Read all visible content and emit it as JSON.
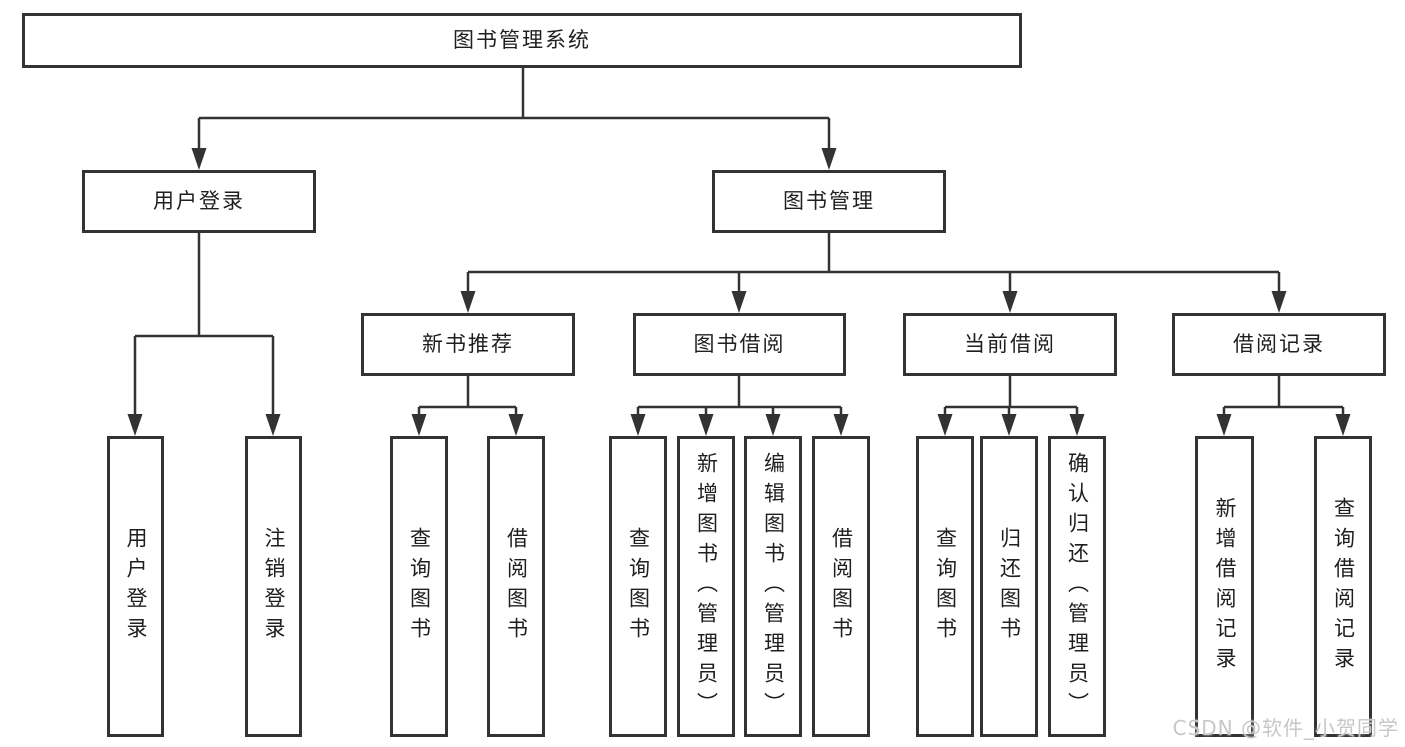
{
  "tree": {
    "label": "图书管理系统",
    "children": [
      {
        "label": "用户登录",
        "children": [
          {
            "label": "用户登录"
          },
          {
            "label": "注销登录"
          }
        ]
      },
      {
        "label": "图书管理",
        "children": [
          {
            "label": "新书推荐",
            "children": [
              {
                "label": "查询图书"
              },
              {
                "label": "借阅图书"
              }
            ]
          },
          {
            "label": "图书借阅",
            "children": [
              {
                "label": "查询图书"
              },
              {
                "label": "新增图书（管理员）"
              },
              {
                "label": "编辑图书（管理员）"
              },
              {
                "label": "借阅图书"
              }
            ]
          },
          {
            "label": "当前借阅",
            "children": [
              {
                "label": "查询图书"
              },
              {
                "label": "归还图书"
              },
              {
                "label": "确认归还（管理员）"
              }
            ]
          },
          {
            "label": "借阅记录",
            "children": [
              {
                "label": "新增借阅记录"
              },
              {
                "label": "查询借阅记录"
              }
            ]
          }
        ]
      }
    ]
  },
  "watermark": "CSDN @软件_小贺同学",
  "colors": {
    "line": "#333333",
    "box_border": "#333333",
    "text": "#1f1f1f",
    "background": "#ffffff",
    "watermark": "#c7c7c7"
  }
}
